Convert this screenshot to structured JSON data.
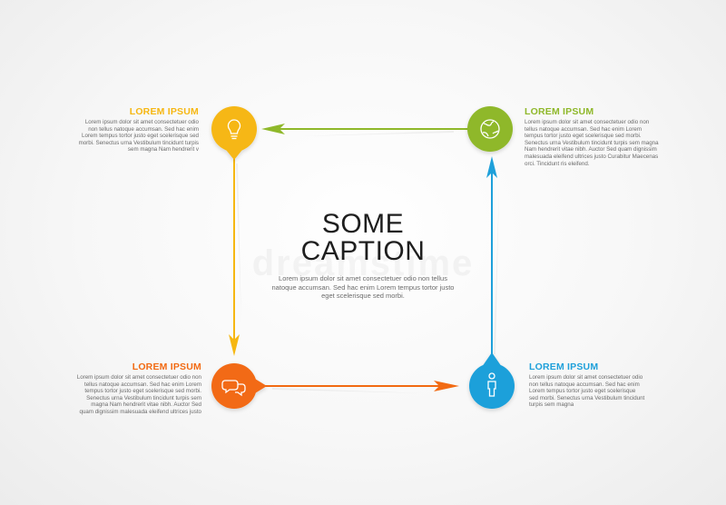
{
  "colors": {
    "yellow": "#f6b712",
    "green": "#8fb82a",
    "orange": "#f26a12",
    "blue": "#1ea0da"
  },
  "caption": {
    "title_line1": "SOME",
    "title_line2": "CAPTION",
    "body": "Lorem ipsum dolor sit amet consectetuer odio non tellus natoque accumsan. Sed hac enim Lorem tempus tortor justo eget scelerisque sed morbi."
  },
  "watermark": "dreamstime",
  "nodes": [
    {
      "id": "top-left",
      "icon": "lightbulb-icon",
      "color": "#f6b712",
      "title": "LOREM IPSUM",
      "text": "Lorem ipsum dolor sit amet consectetuer odio non tellus natoque accumsan. Sed hac enim Lorem tempus tortor justo eget scelerisque sed morbi. Senectus urna Vestibulum tincidunt turpis sem magna Nam hendrerit v"
    },
    {
      "id": "top-right",
      "icon": "globe-icon",
      "color": "#8fb82a",
      "title": "LOREM IPSUM",
      "text": "Lorem ipsum dolor sit amet consectetuer odio non tellus natoque accumsan. Sed hac enim Lorem tempus tortor justo eget scelerisque sed morbi. Senectus urna Vestibulum tincidunt turpis sem magna Nam hendrerit vitae nibh. Auctor Sed quam dignissim malesuada eleifend ultrices justo Curabitur Maecenas orci. Tincidunt ris eleifend."
    },
    {
      "id": "bottom-left",
      "icon": "chat-bubbles-icon",
      "color": "#f26a12",
      "title": "LOREM IPSUM",
      "text": "Lorem ipsum dolor sit amet consectetuer odio non tellus natoque accumsan. Sed hac enim Lorem tempus tortor justo eget scelerisque sed morbi. Senectus urna Vestibulum tincidunt turpis sem magna Nam hendrerit vitae nibh. Auctor Sed quam dignissim malesuada eleifend ultrices justo"
    },
    {
      "id": "bottom-right",
      "icon": "person-icon",
      "color": "#1ea0da",
      "title": "LOREM IPSUM",
      "text": "Lorem ipsum dolor sit amet consectetuer odio non tellus natoque accumsan. Sed hac enim Lorem tempus tortor justo eget scelerisque sed morbi. Senectus urna Vestibulum tincidunt turpis sem magna"
    }
  ]
}
